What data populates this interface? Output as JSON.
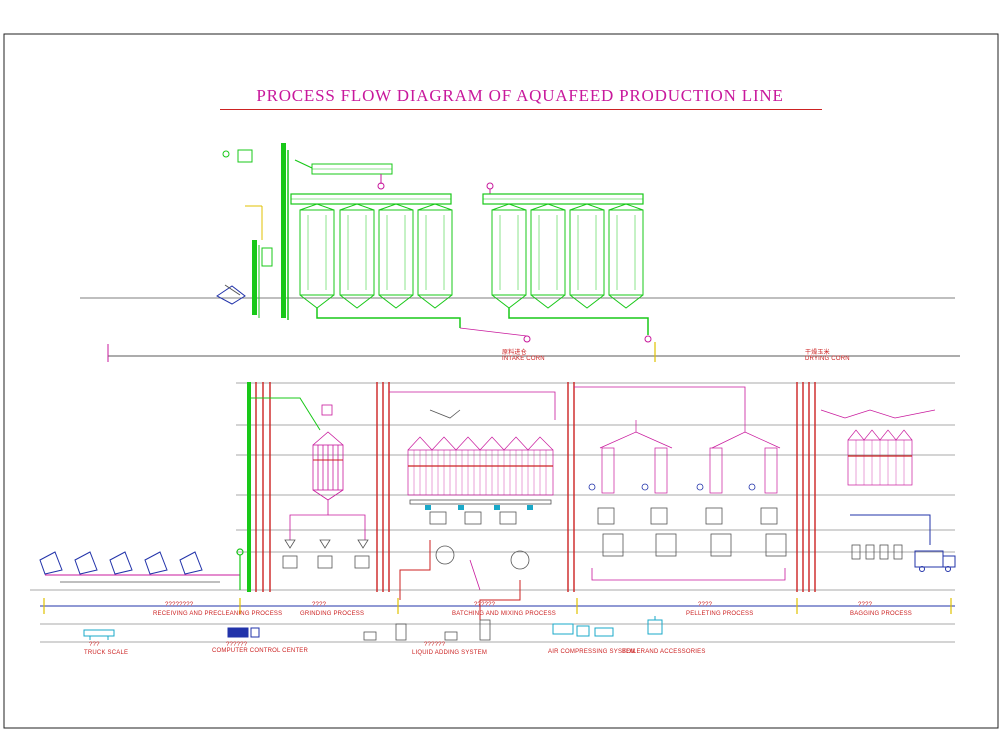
{
  "title": "PROCESS FLOW DIAGRAM OF AQUAFEED PRODUCTION LINE",
  "upper_section": {
    "intake_cn": "原料进仓",
    "intake": "INTAKE CORN",
    "drying_cn": "干燥玉米",
    "drying": "DRYING CORN"
  },
  "process_labels": [
    {
      "id": "receiving",
      "text": "RECEIVING AND PRECLEANING PROCESS",
      "tag": "????????"
    },
    {
      "id": "grinding",
      "text": "GRINDING PROCESS",
      "tag": "????"
    },
    {
      "id": "batching",
      "text": "BATCHING AND MIXING PROCESS",
      "tag": "??????"
    },
    {
      "id": "pelleting",
      "text": "PELLETING PROCESS",
      "tag": "????"
    },
    {
      "id": "bagging",
      "text": "BAGGING PROCESS",
      "tag": "????"
    }
  ],
  "bottom_labels": [
    {
      "id": "truck-scale",
      "text": "TRUCK SCALE",
      "tag": "???"
    },
    {
      "id": "control-center",
      "text": "COMPUTER CONTROL CENTER",
      "tag": "??????"
    },
    {
      "id": "liquid",
      "text": "LIQUID ADDING SYSTEM",
      "tag": "??????"
    },
    {
      "id": "air",
      "text": "AIR COMPRESSING SYSTEM",
      "tag": ""
    },
    {
      "id": "boiler",
      "text": "BOILERAND ACCESSORIES",
      "tag": ""
    }
  ],
  "colors": {
    "line_magenta": "#c8189c",
    "line_green": "#18c818",
    "line_red": "#cc2222",
    "line_blue": "#2233aa",
    "line_gray": "#444444",
    "equipment_cyan": "#1aa8c8"
  }
}
